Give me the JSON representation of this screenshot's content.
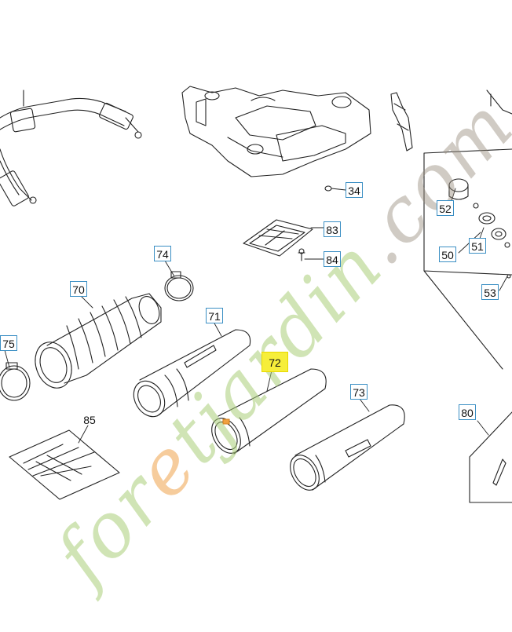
{
  "diagram": {
    "callouts": [
      {
        "id": "34",
        "label": "34",
        "style": "boxed"
      },
      {
        "id": "83",
        "label": "83",
        "style": "boxed"
      },
      {
        "id": "84",
        "label": "84",
        "style": "boxed"
      },
      {
        "id": "74",
        "label": "74",
        "style": "boxed"
      },
      {
        "id": "70",
        "label": "70",
        "style": "boxed"
      },
      {
        "id": "75",
        "label": "75",
        "style": "boxed"
      },
      {
        "id": "71",
        "label": "71",
        "style": "boxed"
      },
      {
        "id": "72",
        "label": "72",
        "style": "highlighted"
      },
      {
        "id": "73",
        "label": "73",
        "style": "boxed"
      },
      {
        "id": "85",
        "label": "85",
        "style": "plain"
      },
      {
        "id": "52",
        "label": "52",
        "style": "boxed"
      },
      {
        "id": "50",
        "label": "50",
        "style": "boxed"
      },
      {
        "id": "51",
        "label": "51",
        "style": "boxed"
      },
      {
        "id": "53",
        "label": "53",
        "style": "boxed"
      },
      {
        "id": "80",
        "label": "80",
        "style": "boxed"
      }
    ],
    "parts": [
      "shoulder-strap",
      "backpack-frame",
      "side-bracket",
      "filter-cover",
      "flexible-hose",
      "hose-clamp-left",
      "hose-clamp-right",
      "pipe-71",
      "pipe-72",
      "pipe-73",
      "instruction-bag",
      "engine-parts-panel",
      "tool-panel",
      "screw-84",
      "nut-34"
    ],
    "highlight_color": "#f6ee3a",
    "callout_border_color": "#3b8fc4"
  },
  "watermark": {
    "segments": [
      {
        "text": "for",
        "tone": "green"
      },
      {
        "text": "e",
        "tone": "orange"
      },
      {
        "text": "tjardin",
        "tone": "green"
      },
      {
        "text": ".com",
        "tone": "gray"
      }
    ]
  }
}
